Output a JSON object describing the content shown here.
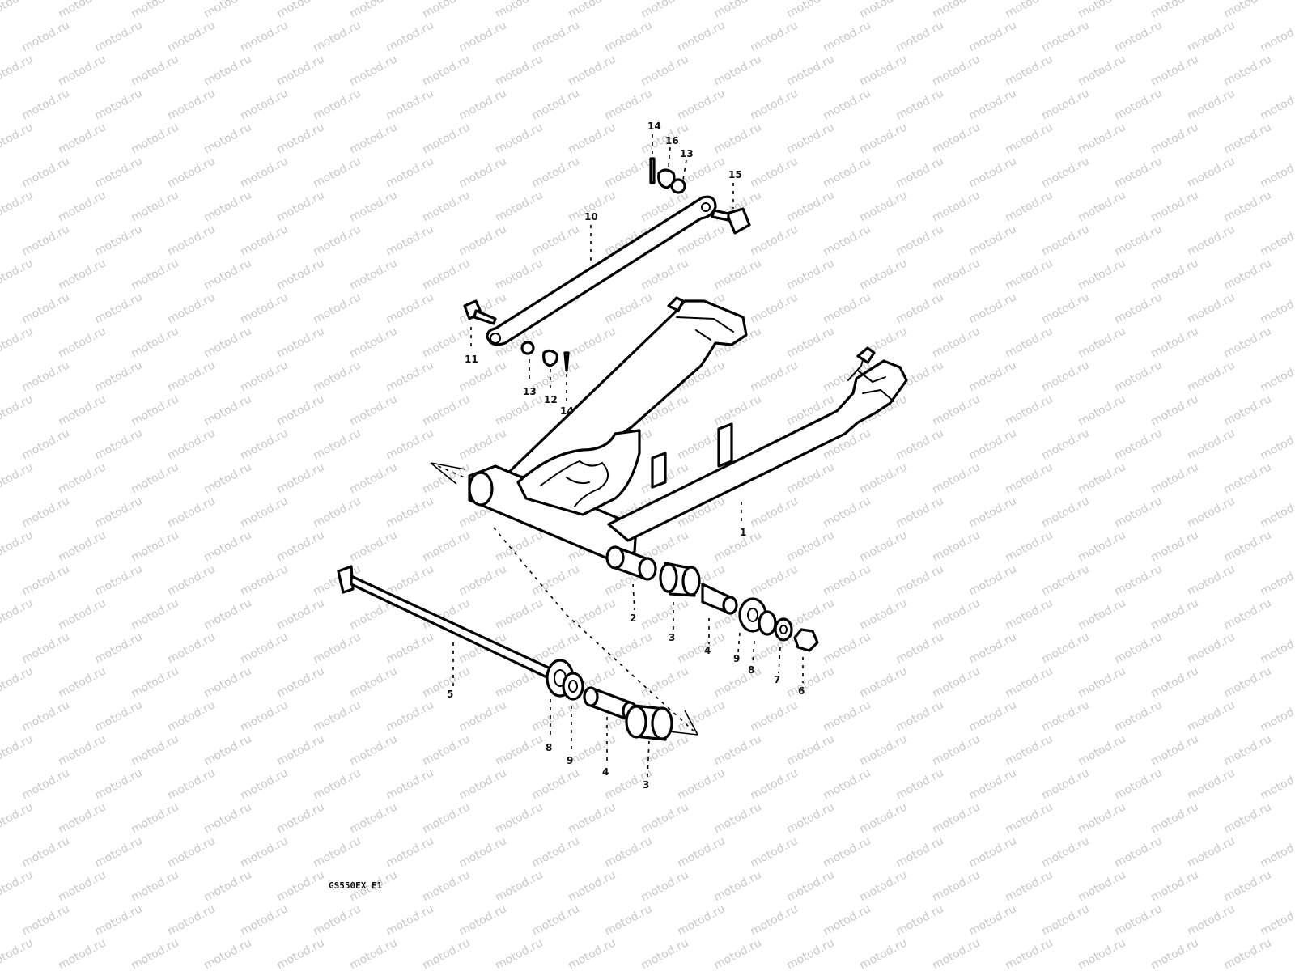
{
  "watermark": {
    "text": "motod.ru",
    "color": "#c8c8c8"
  },
  "diagram": {
    "caption": "GS550EX E1",
    "callouts": [
      {
        "id": "c-1",
        "label": "1"
      },
      {
        "id": "c-2",
        "label": "2"
      },
      {
        "id": "c-3a",
        "label": "3"
      },
      {
        "id": "c-3b",
        "label": "3"
      },
      {
        "id": "c-4a",
        "label": "4"
      },
      {
        "id": "c-4b",
        "label": "4"
      },
      {
        "id": "c-5",
        "label": "5"
      },
      {
        "id": "c-6",
        "label": "6"
      },
      {
        "id": "c-7",
        "label": "7"
      },
      {
        "id": "c-8a",
        "label": "8"
      },
      {
        "id": "c-8b",
        "label": "8"
      },
      {
        "id": "c-9a",
        "label": "9"
      },
      {
        "id": "c-9b",
        "label": "9"
      },
      {
        "id": "c-10",
        "label": "10"
      },
      {
        "id": "c-11",
        "label": "11"
      },
      {
        "id": "c-12",
        "label": "12"
      },
      {
        "id": "c-13a",
        "label": "13"
      },
      {
        "id": "c-13b",
        "label": "13"
      },
      {
        "id": "c-14a",
        "label": "14"
      },
      {
        "id": "c-14b",
        "label": "14"
      },
      {
        "id": "c-15",
        "label": "15"
      },
      {
        "id": "c-16",
        "label": "16"
      }
    ]
  }
}
